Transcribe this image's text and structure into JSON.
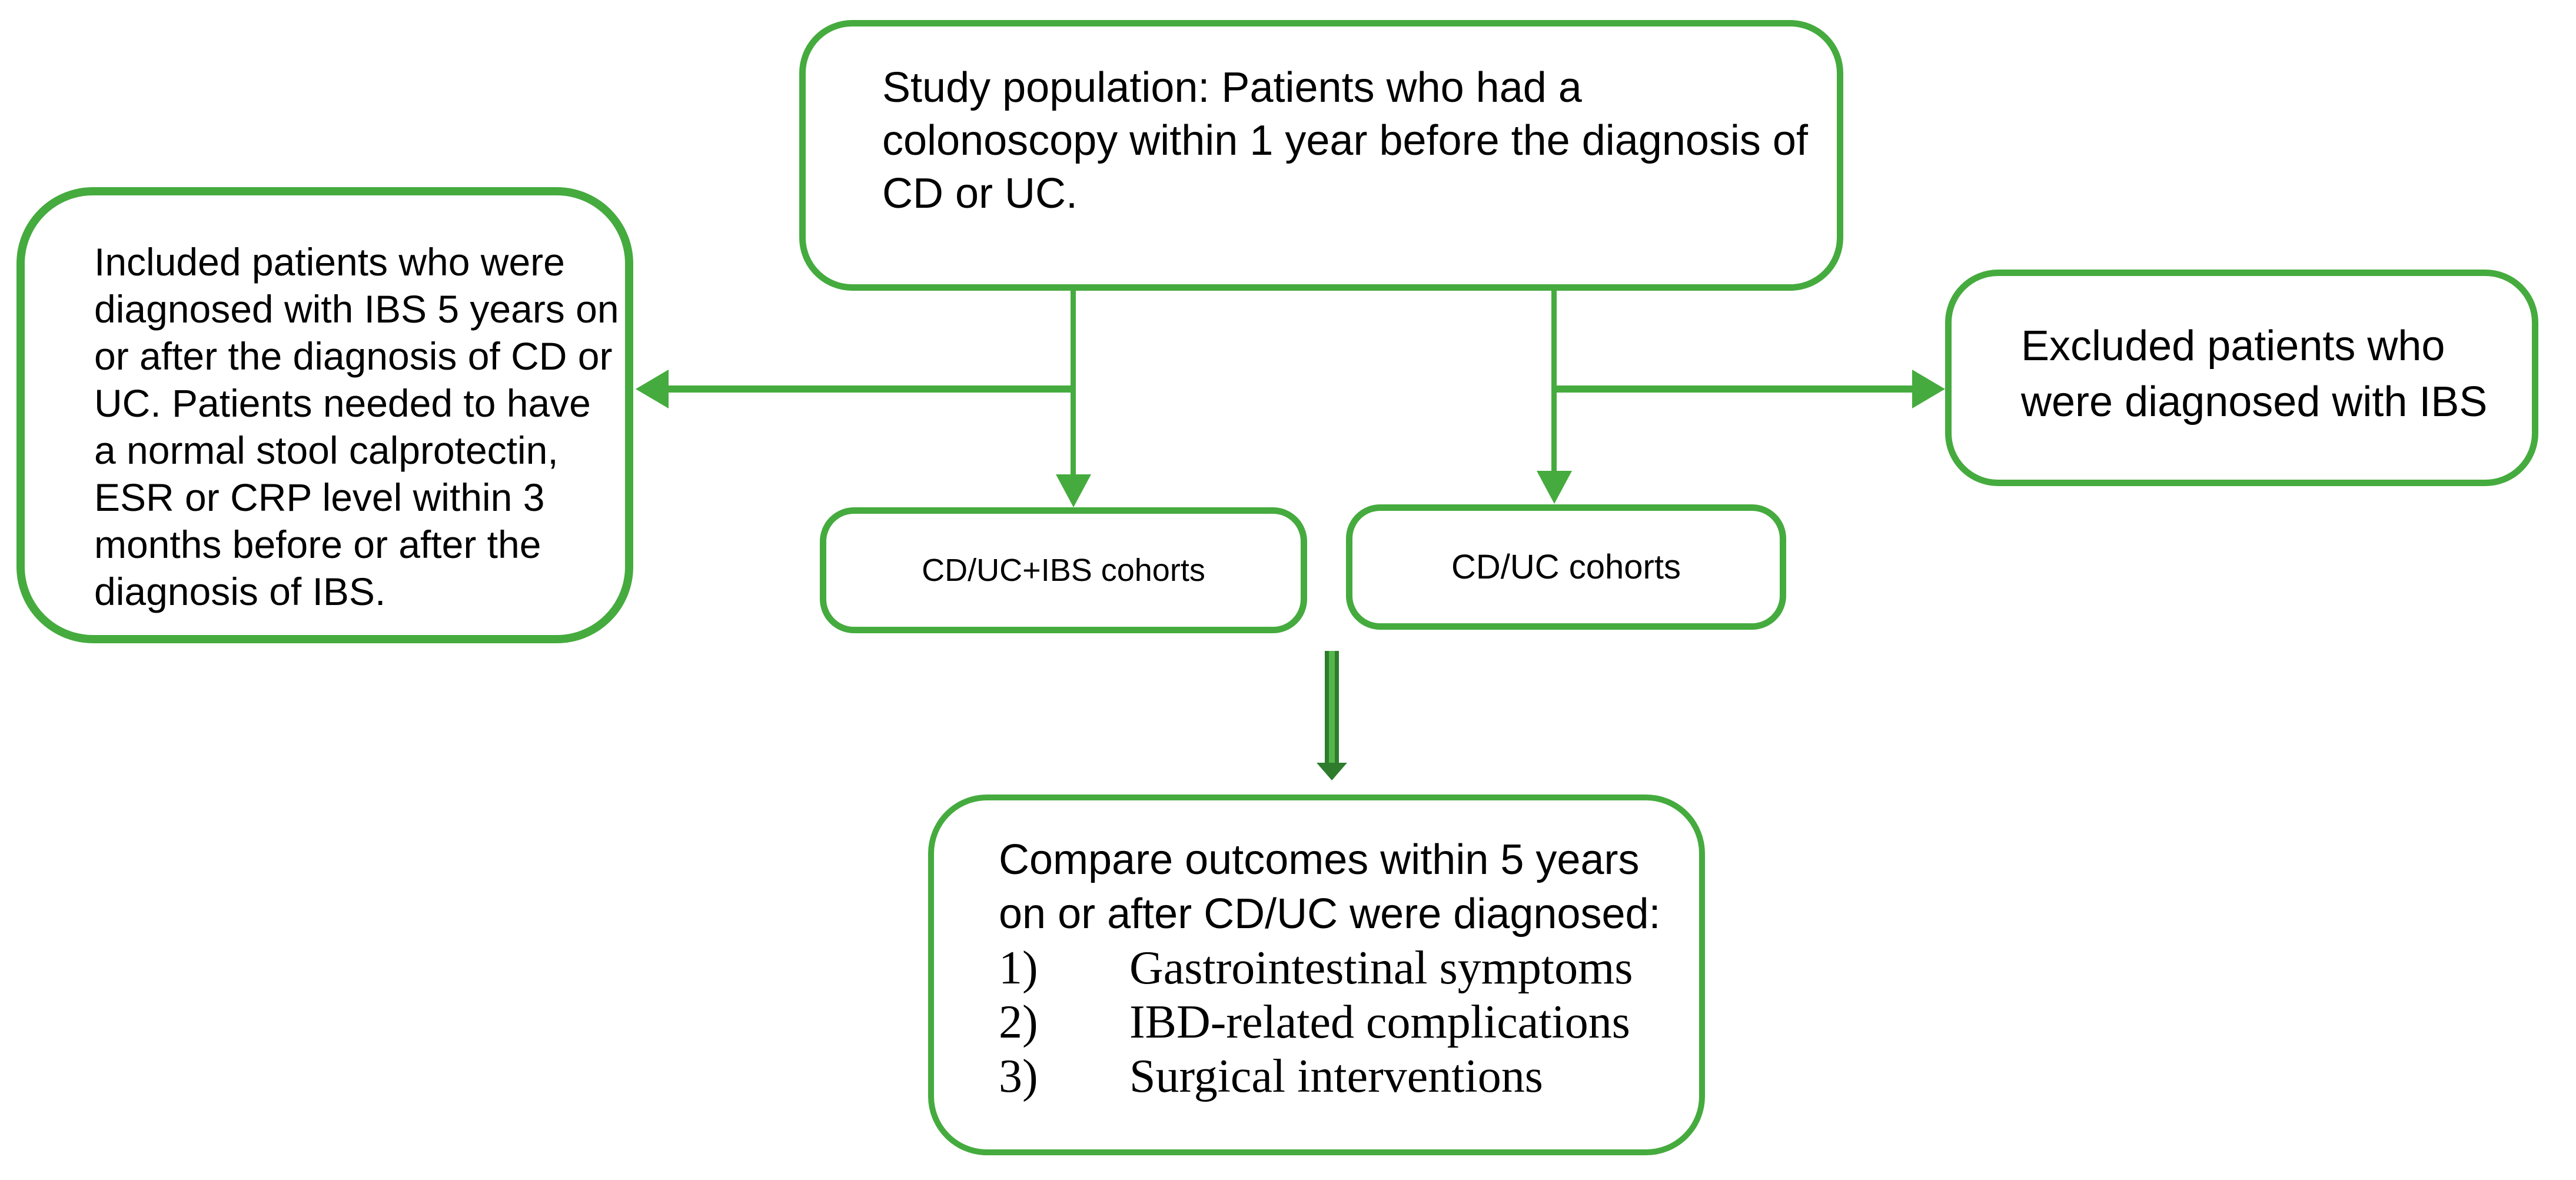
{
  "colors": {
    "box_border_green": "#45ab3e",
    "connector_green": "#45ab3e",
    "thick_arrow_dark_green": "#2e7c2c",
    "thick_arrow_light_green": "#55b64c",
    "text_color": "#000000",
    "background": "#ffffff"
  },
  "boxes": {
    "study_population": {
      "lines": [
        "Study population: Patients who had a",
        "colonoscopy within 1 year before the diagnosis of",
        "CD or UC."
      ]
    },
    "inclusion": {
      "lines": [
        "Included patients who were",
        "diagnosed with IBS 5 years on",
        "or after the diagnosis of CD or",
        "UC.  Patients needed to have",
        "a normal stool calprotectin,",
        "ESR or CRP level within 3",
        "months before or after the",
        "diagnosis of IBS."
      ]
    },
    "exclusion": {
      "lines": [
        "Excluded patients who",
        "were diagnosed with IBS"
      ]
    },
    "cohort_cduc_ibs": {
      "label": "CD/UC+IBS cohorts"
    },
    "cohort_cduc": {
      "label": "CD/UC cohorts"
    },
    "outcomes": {
      "intro_lines": [
        "Compare outcomes within 5 years",
        "on or after CD/UC were diagnosed:"
      ],
      "items": [
        {
          "number": "1)",
          "text": "Gastrointestinal symptoms"
        },
        {
          "number": "2)",
          "text": "IBD-related complications"
        },
        {
          "number": "3)",
          "text": "Surgical interventions"
        }
      ]
    }
  }
}
